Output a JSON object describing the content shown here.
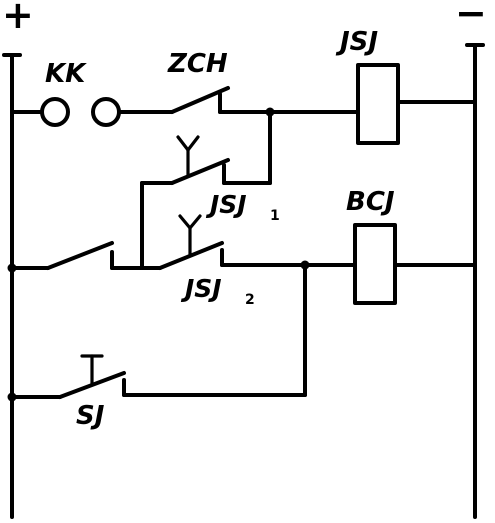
{
  "diagram": {
    "rails": {
      "positive_sign": "+",
      "negative_sign": "−"
    },
    "labels": {
      "kk": "KK",
      "zch": "ZCH",
      "jsj": "JSJ",
      "jsj1_main": "JSJ",
      "jsj1_sub": "1",
      "bcj": "BCJ",
      "jsj2_main": "JSJ",
      "jsj2_sub": "2",
      "sj": "SJ"
    }
  }
}
